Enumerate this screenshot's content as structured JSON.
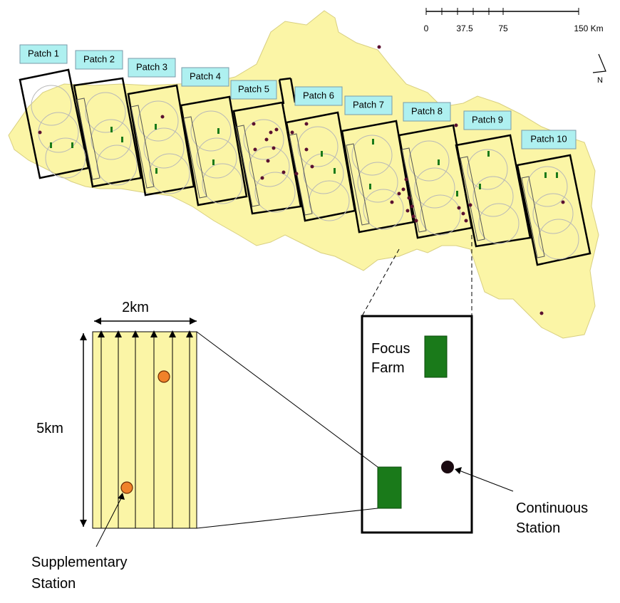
{
  "scale_bar": {
    "ticks": [
      "0",
      "37.5",
      "75",
      "150 Km"
    ]
  },
  "north_arrow": {
    "label": "N"
  },
  "patches": [
    {
      "label": "Patch 1"
    },
    {
      "label": "Patch 2"
    },
    {
      "label": "Patch 3"
    },
    {
      "label": "Patch 4"
    },
    {
      "label": "Patch 5"
    },
    {
      "label": "Patch 6"
    },
    {
      "label": "Patch 7"
    },
    {
      "label": "Patch 8"
    },
    {
      "label": "Patch 9"
    },
    {
      "label": "Patch 10"
    }
  ],
  "detail_panel": {
    "width_label": "2km",
    "height_label": "5km",
    "supplementary_label_line1": "Supplementary",
    "supplementary_label_line2": "Station"
  },
  "zoom_panel": {
    "focus_farm_line1": "Focus",
    "focus_farm_line2": "Farm",
    "continuous_label_line1": "Continuous",
    "continuous_label_line2": "Station"
  },
  "colors": {
    "land": "#fbf5a6",
    "farm": "#1a7a1a",
    "supplementary_station": "#f0822a",
    "continuous_station": "#1a0a10",
    "label_box": "#aef0f0"
  }
}
